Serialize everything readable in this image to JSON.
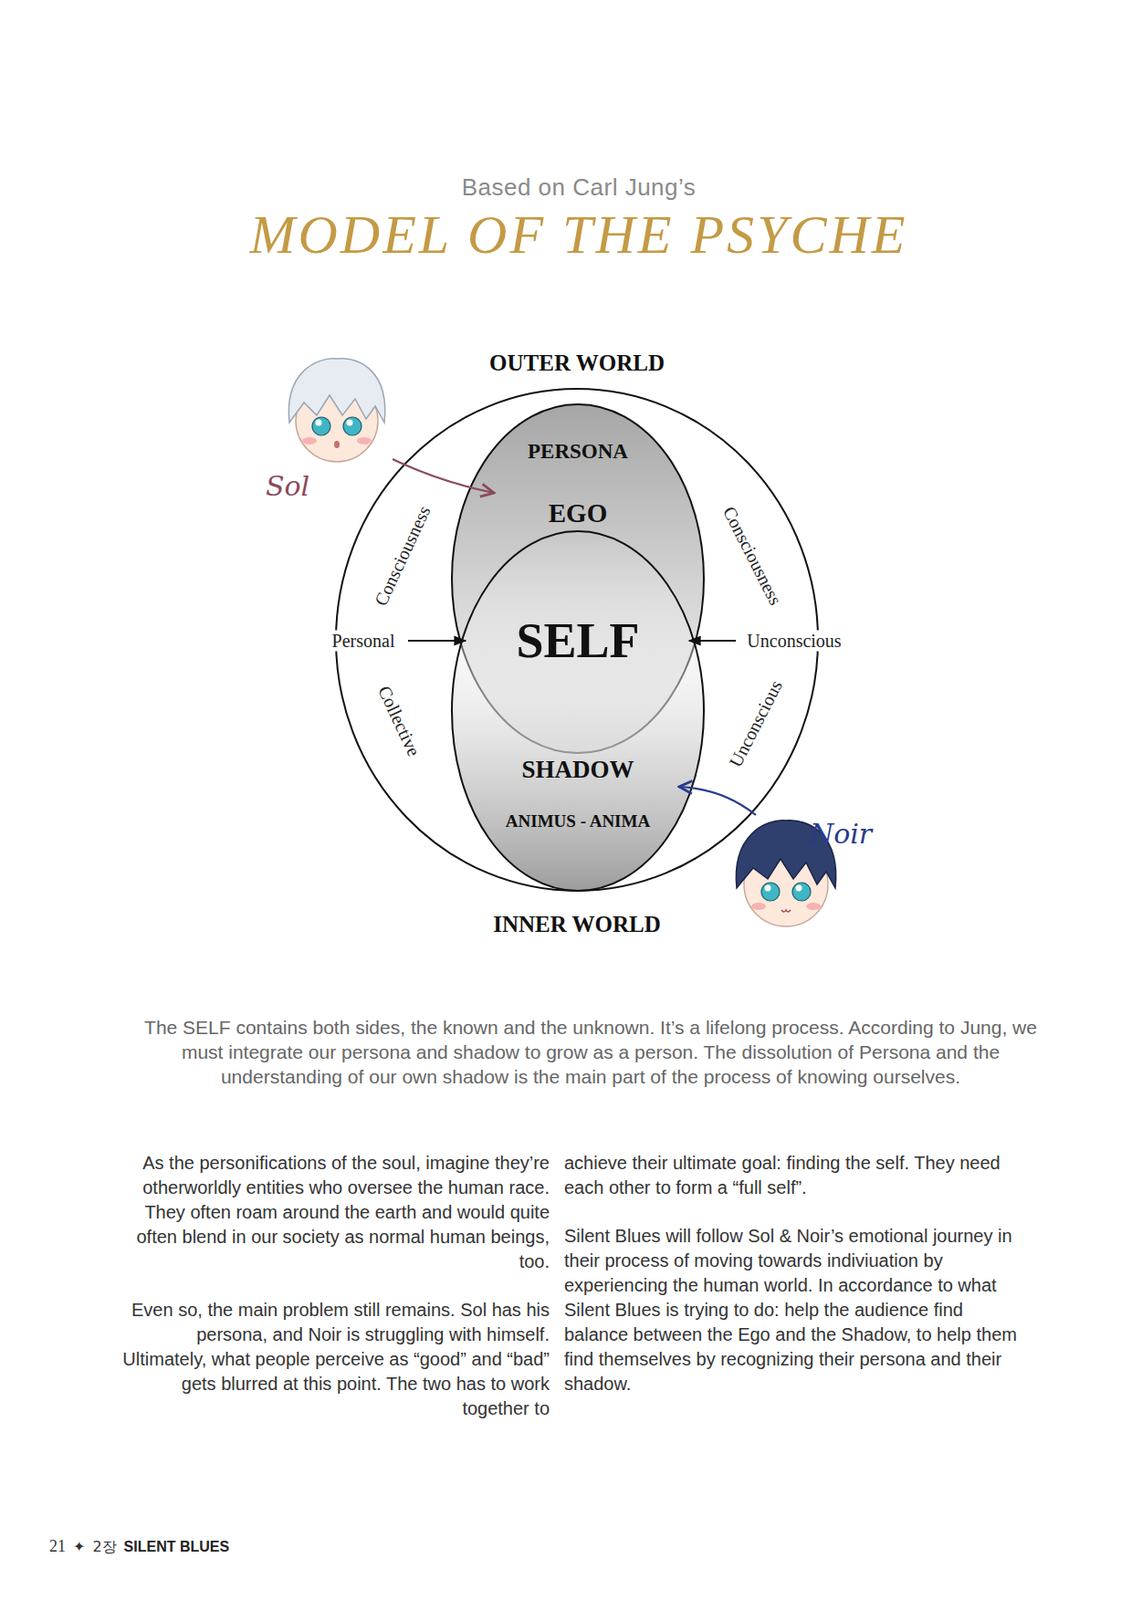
{
  "diagram": {
    "title": "MODEL OF THE PSYCHE",
    "caption": "The SELF contains both sides, the known and the unknown. It’s a lifelong process. According to Jung, we must integrate our persona and shadow to grow as a person. The dissolution of Persona and the understanding of our own shadow is the main part of the process of knowing ourselves.",
    "nodes": [
      {
        "text": [
          "OUTER WORLD",
          "INNER WORLD"
        ]
      },
      {
        "text": [
          "PERSONA",
          "EGO"
        ],
        "in": 0
      },
      {
        "text": [
          "SHADOW",
          "ANIMUS - ANIMA"
        ],
        "in": 0
      }
    ],
    "labels": [
      "Based on Carl Jung’s",
      "Consciousness",
      "Personal",
      "SELF",
      "Unconscious",
      "Collective",
      "Consciousness",
      "Unconscious",
      "Sol",
      "Noir",
      "As the personifications of the soul, imagine they’re otherworldly entities who oversee the human race. They often roam around the earth and would quite often blend in our society as normal human beings, too.",
      "Even so, the main problem still remains. Sol has his persona, and Noir is struggling with himself. Ultimately, what people perceive as “good” and “bad” gets blurred at this point. The two has to work together to",
      "achieve their ultimate goal: finding the self. They need each other to form a “full self”.",
      "Silent Blues will follow Sol & Noir’s emotional journey in their process of moving towards indiviuation by experiencing the human world. In accordance to what Silent Blues is trying to do: help the audience find balance between the Ego and the Shadow, to help them find themselves by recognizing their persona and their shadow.",
      "21",
      "✦",
      "2장",
      "SILENT BLUES"
    ]
  }
}
